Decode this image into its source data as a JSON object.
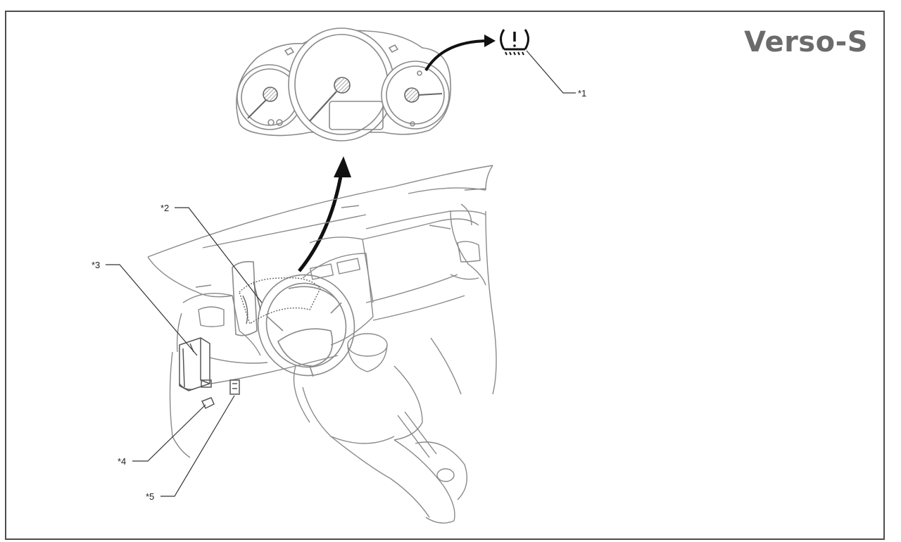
{
  "title": "Verso-S",
  "callouts": [
    {
      "id": "1",
      "label": "*1"
    },
    {
      "id": "2",
      "label": "*2"
    },
    {
      "id": "3",
      "label": "*3"
    },
    {
      "id": "4",
      "label": "*4"
    },
    {
      "id": "5",
      "label": "*5"
    }
  ],
  "colors": {
    "frame": "#4d4d4d",
    "title": "#6b6b6b",
    "linework": "#8a8a8a",
    "arrow": "#111111",
    "warning_icon": "#111111"
  },
  "icons": {
    "warning": "tire-pressure-warning-icon"
  }
}
